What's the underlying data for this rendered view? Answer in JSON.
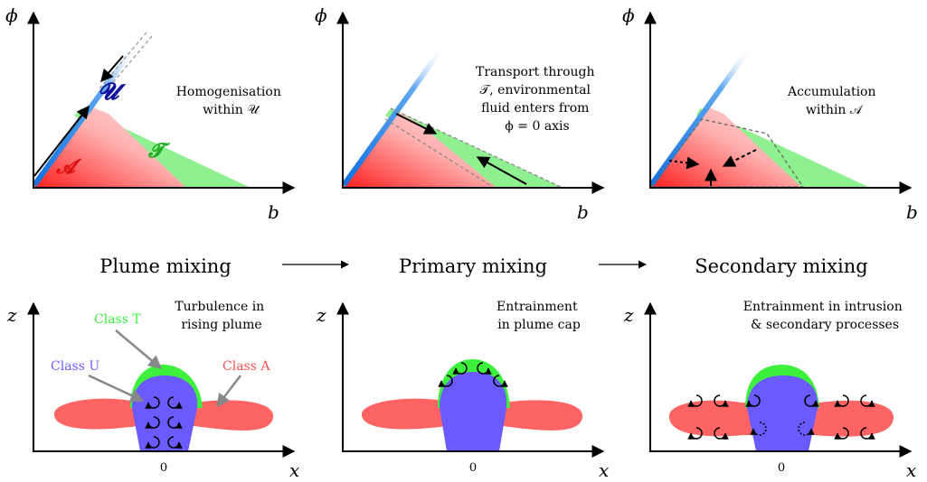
{
  "panels_top": [
    {
      "y_axis_label": "ϕ",
      "x_axis_label": "b",
      "annotation": [
        "Homogenisation",
        "within 𝒰"
      ],
      "region_labels": {
        "U": "𝓤",
        "T": "𝓣",
        "A": "𝓐"
      }
    },
    {
      "y_axis_label": "ϕ",
      "x_axis_label": "b",
      "annotation": [
        "Transport through",
        "𝒯, environmental",
        "fluid enters from",
        "ϕ = 0 axis"
      ]
    },
    {
      "y_axis_label": "ϕ",
      "x_axis_label": "b",
      "annotation": [
        "Accumulation",
        "within 𝒜"
      ]
    }
  ],
  "stages": [
    "Plume mixing",
    "Primary mixing",
    "Secondary mixing"
  ],
  "panels_bottom": [
    {
      "y_axis_label": "z",
      "x_axis_label": "x",
      "zero_label": "0",
      "annotation": [
        "Turbulence in",
        "rising plume"
      ],
      "class_labels": {
        "T": "Class T",
        "U": "Class U",
        "A": "Class A"
      }
    },
    {
      "y_axis_label": "z",
      "x_axis_label": "x",
      "zero_label": "0",
      "annotation": [
        "Entrainment",
        "in plume cap"
      ]
    },
    {
      "y_axis_label": "z",
      "x_axis_label": "x",
      "zero_label": "0",
      "annotation": [
        "Entrainment in intrusion",
        "& secondary processes"
      ]
    }
  ],
  "colors": {
    "class_U": "#6a5aff",
    "class_T": "#3cf03c",
    "class_A": "#ff6464",
    "U_label": "#1010a0",
    "T_label": "#22aa22",
    "A_label": "#dd1111"
  }
}
